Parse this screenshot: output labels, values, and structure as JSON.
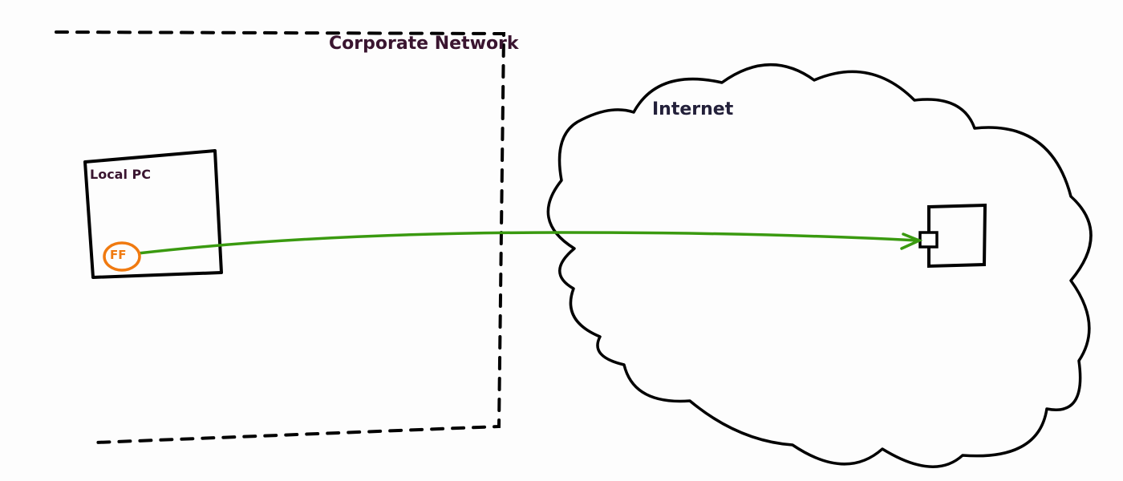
{
  "corporate_network": {
    "label": "Corporate Network"
  },
  "internet": {
    "label": "Internet"
  },
  "local_pc": {
    "label": "Local PC",
    "app_badge": "FF"
  },
  "colors": {
    "connection": "#3a9a10",
    "firefox": "#f07a10",
    "outline": "#000000",
    "label": "#3a1530"
  }
}
